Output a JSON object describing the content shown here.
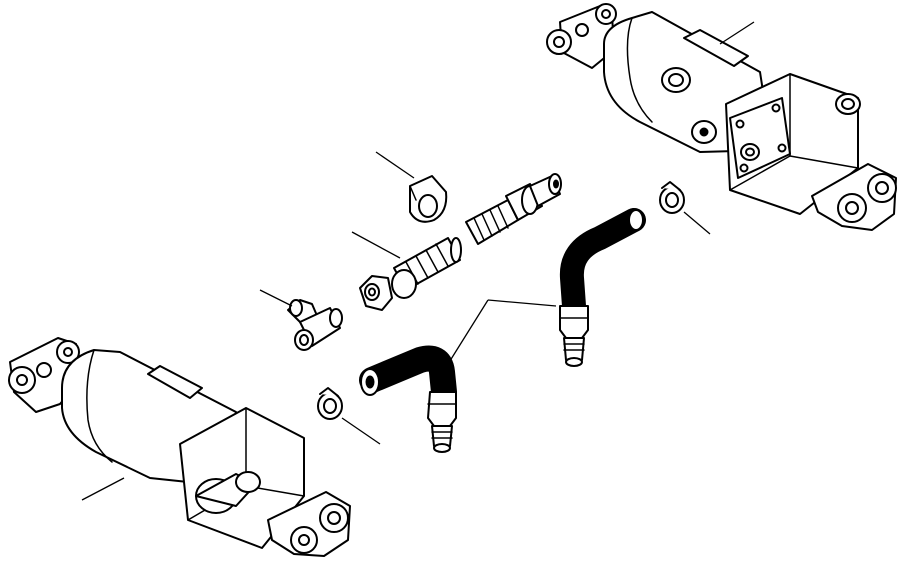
{
  "diagram": {
    "labels": [],
    "colors": {
      "line": "#000000",
      "background": "#ffffff"
    },
    "parts": [
      "upper-right-cylinder",
      "lower-left-cylinder",
      "hose-clamp",
      "straight-hose",
      "straight-fitting",
      "elbow-fitting",
      "bent-hose-left",
      "bent-hose-right",
      "hose-clip"
    ]
  }
}
